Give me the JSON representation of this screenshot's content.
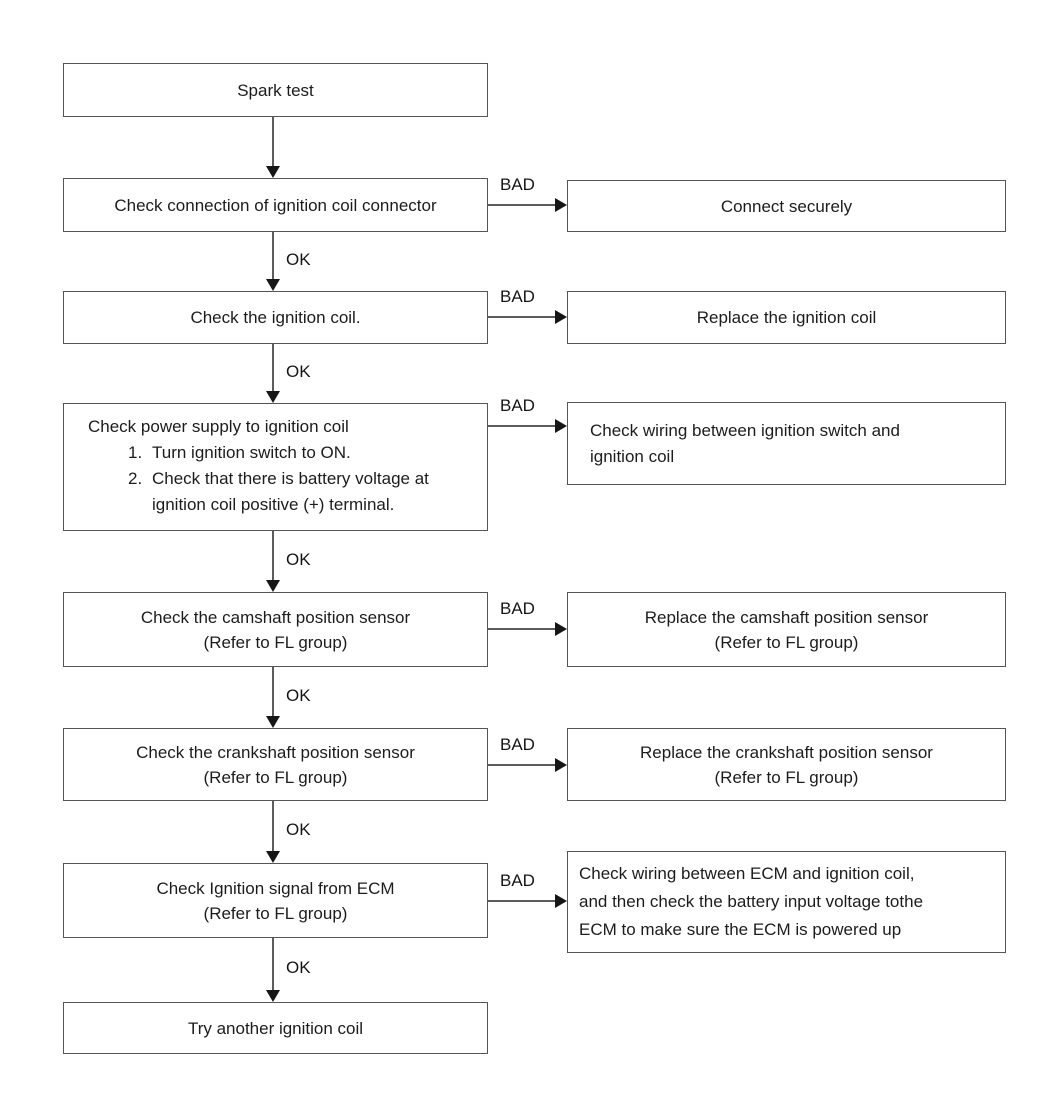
{
  "labels": {
    "ok": "OK",
    "bad": "BAD"
  },
  "nodes": {
    "spark_test": "Spark test",
    "check_connection": "Check connection of ignition coil connector",
    "check_coil": "Check the ignition coil.",
    "check_power_supply": {
      "title": "Check power supply to ignition coil",
      "items": [
        {
          "num": "1.",
          "text": "Turn ignition switch to ON."
        },
        {
          "num": "2.",
          "text": "Check that there is battery voltage at\nignition coil positive (+) terminal."
        }
      ]
    },
    "check_camshaft": "Check the camshaft position sensor\n(Refer to FL group)",
    "check_crankshaft": "Check the crankshaft position sensor\n(Refer to FL group)",
    "check_ignition_signal": "Check Ignition signal from ECM\n(Refer to FL group)",
    "try_another_coil": "Try another ignition coil",
    "connect_securely": "Connect securely",
    "replace_coil": "Replace the ignition coil",
    "check_wiring_switch": "Check wiring between ignition switch and\nignition coil",
    "replace_camshaft": "Replace the camshaft position sensor\n(Refer to FL group)",
    "replace_crankshaft": "Replace the crankshaft position sensor\n(Refer to FL group)",
    "check_wiring_ecm": "Check wiring between ECM and ignition coil,\nand then check the battery input voltage tothe\nECM to make sure the ECM is powered up"
  },
  "colors": {
    "line": "#5c5c5c",
    "arrowhead": "#161616",
    "text": "#1c1c1c",
    "background": "#ffffff"
  }
}
